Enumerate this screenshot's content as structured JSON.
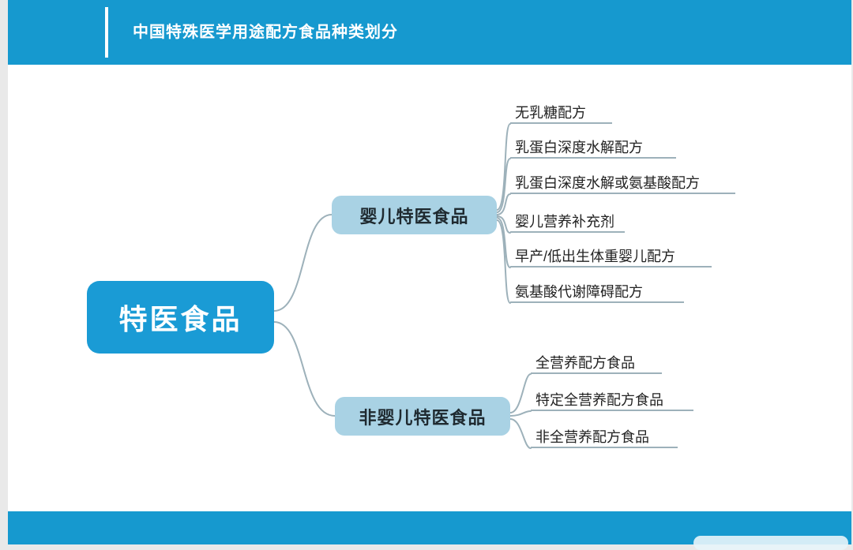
{
  "header": {
    "title": "中国特殊医学用途配方食品种类划分"
  },
  "tree": {
    "root": "特医食品",
    "branches": [
      {
        "label": "婴儿特医食品",
        "leaves": [
          "无乳糖配方",
          "乳蛋白深度水解配方",
          "乳蛋白深度水解或氨基酸配方",
          "婴儿营养补充剂",
          "早产/低出生体重婴儿配方",
          "氨基酸代谢障碍配方"
        ]
      },
      {
        "label": "非婴儿特医食品",
        "leaves": [
          "全营养配方食品",
          "特定全营养配方食品",
          "非全营养配方食品"
        ]
      }
    ]
  },
  "colors": {
    "accent_band": "#1699cf",
    "root_fill": "#1a9bd5",
    "branch_fill": "#a9d2e4",
    "connector_line": "#9db1ba",
    "title_text": "#ffffff",
    "leaf_text": "#222222",
    "canvas_bg": "#ffffff",
    "page_bg": "#e9e9e9"
  }
}
